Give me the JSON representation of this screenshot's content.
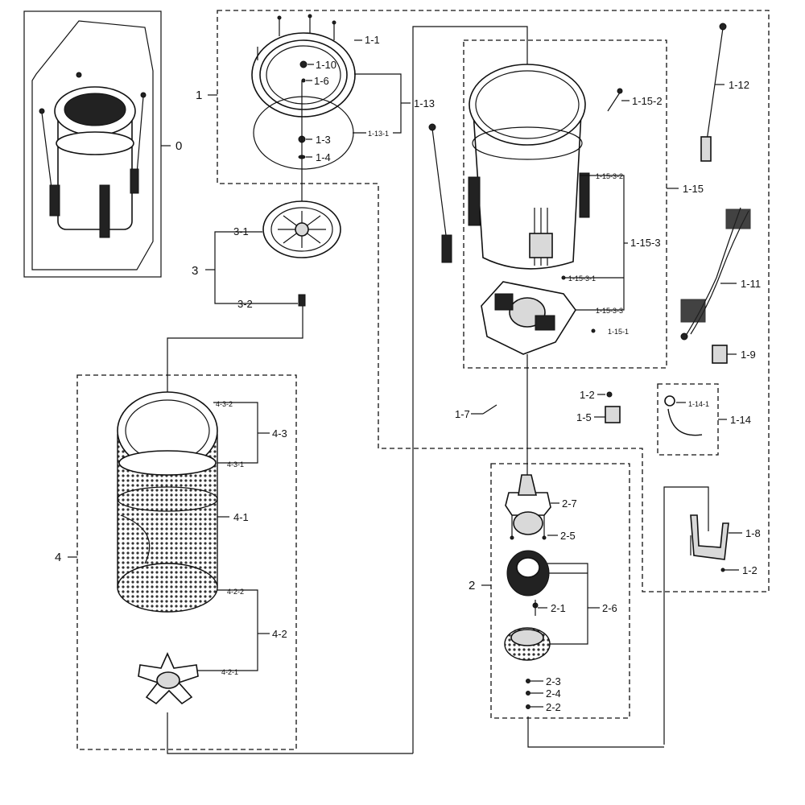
{
  "labels": {
    "p0": "0",
    "p1": "1",
    "p1_1": "1-1",
    "p1_10": "1-10",
    "p1_6": "1-6",
    "p1_13": "1-13",
    "p1_13_1": "1-13-1",
    "p1_3": "1-3",
    "p1_4": "1-4",
    "p1_12": "1-12",
    "p1_15_2": "1-15-2",
    "p1_15_3_2": "1-15-3-2",
    "p1_15": "1-15",
    "p1_15_3": "1-15-3",
    "p1_15_3_1": "1-15-3-1",
    "p1_15_3_3": "1-15-3-3",
    "p1_15_1": "1-15-1",
    "p1_11": "1-11",
    "p1_9": "1-9",
    "p1_2a": "1-2",
    "p1_5": "1-5",
    "p1_7": "1-7",
    "p1_14_1": "1-14-1",
    "p1_14": "1-14",
    "p1_8": "1-8",
    "p1_2b": "1-2",
    "p3": "3",
    "p3_1": "3-1",
    "p3_2": "3-2",
    "p4": "4",
    "p4_3_2": "4-3-2",
    "p4_3": "4-3",
    "p4_3_1": "4-3-1",
    "p4_1": "4-1",
    "p4_2_2": "4-2-2",
    "p4_2": "4-2",
    "p4_2_1": "4-2-1",
    "p2": "2",
    "p2_7": "2-7",
    "p2_5": "2-5",
    "p2_1": "2-1",
    "p2_6": "2-6",
    "p2_3": "2-3",
    "p2_4": "2-4",
    "p2_2": "2-2"
  }
}
